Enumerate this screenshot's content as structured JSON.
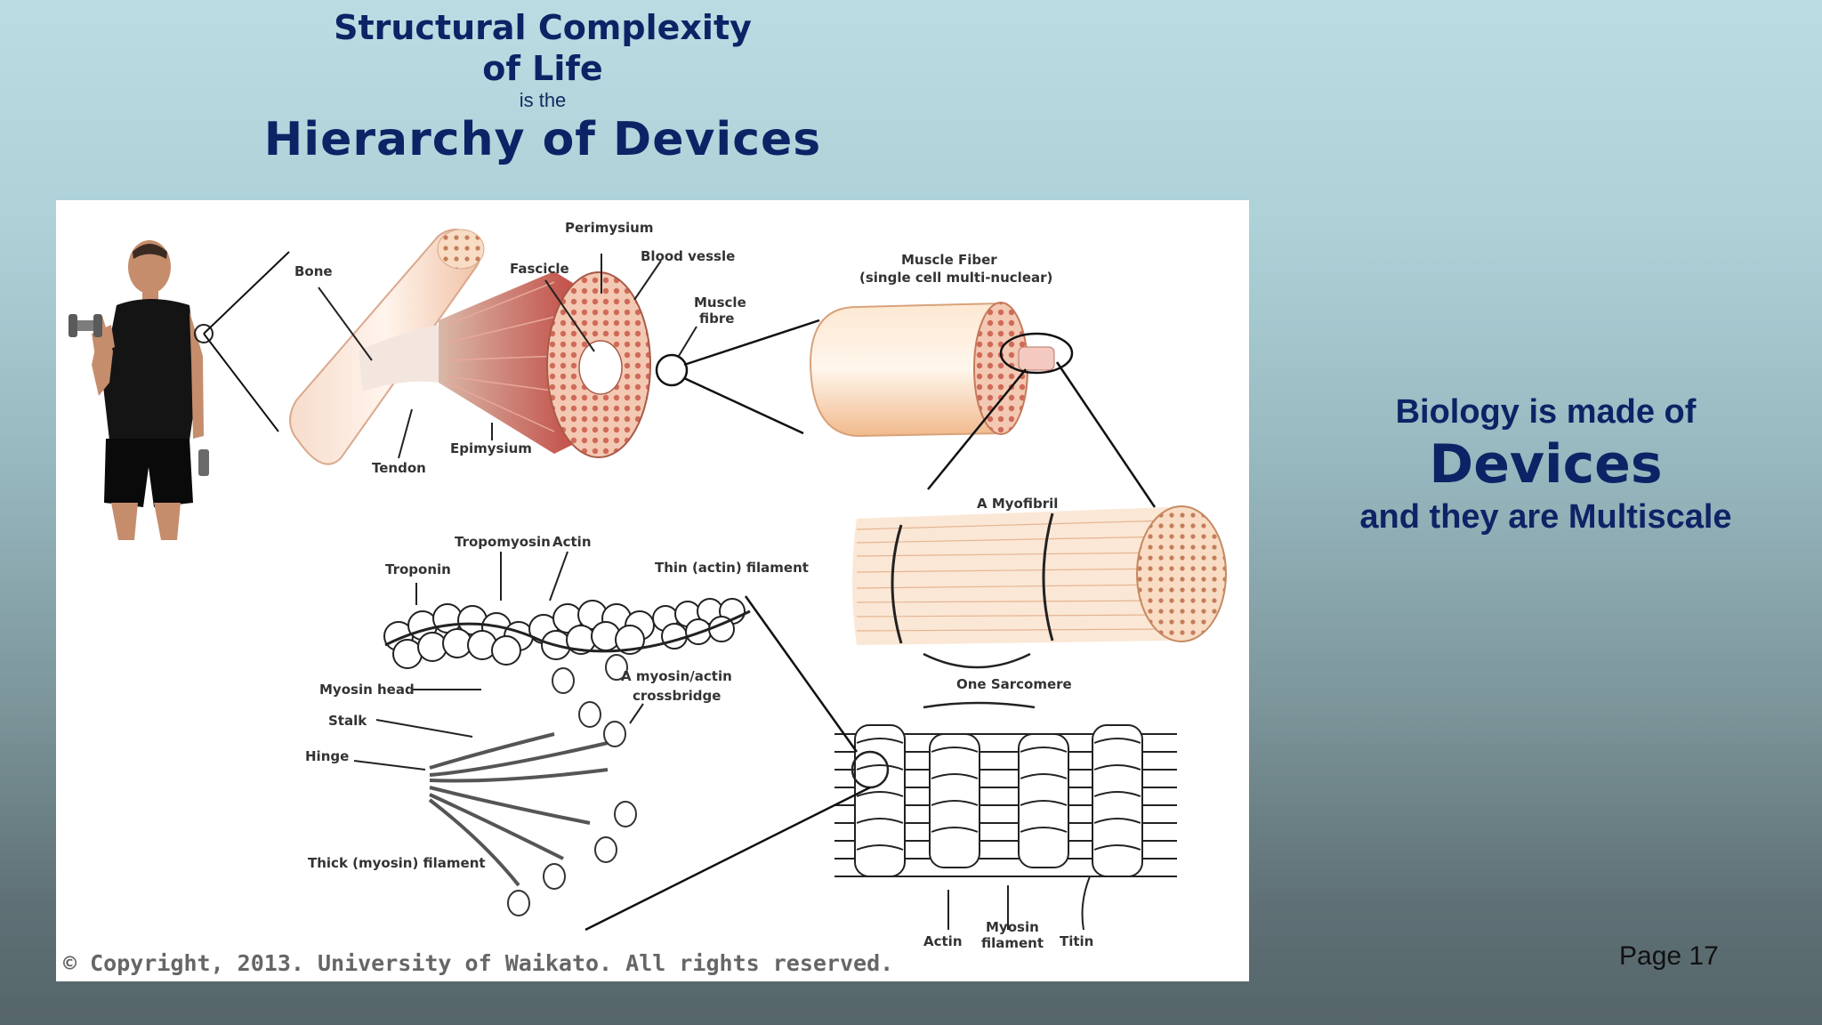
{
  "title": {
    "line1": "Structural Complexity",
    "line2": "of Life",
    "line3": "is the",
    "line4": "Hierarchy of Devices"
  },
  "figure": {
    "labels": {
      "bone": "Bone",
      "tendon": "Tendon",
      "epimysium": "Epimysium",
      "fascicle": "Fascicle",
      "perimysium": "Perimysium",
      "blood_vessel": "Blood vessle",
      "muscle_fibre_a": "Muscle",
      "muscle_fibre_b": "fibre",
      "muscle_fiber_title": "Muscle Fiber",
      "muscle_fiber_sub": "(single cell multi-nuclear)",
      "myofibril": "A Myofibril",
      "tropomyosin": "Tropomyosin",
      "actin_top": "Actin",
      "troponin": "Troponin",
      "thin_filament": "Thin (actin) filament",
      "myosin_head": "Myosin head",
      "stalk": "Stalk",
      "hinge": "Hinge",
      "crossbridge_a": "A myosin/actin",
      "crossbridge_b": "crossbridge",
      "thick_filament": "Thick (myosin) filament",
      "one_sarcomere": "One Sarcomere",
      "actin_bottom": "Actin",
      "myosin_filament_a": "Myosin",
      "myosin_filament_b": "filament",
      "titin": "Titin"
    },
    "copyright": "© Copyright, 2013. University of Waikato. All rights reserved."
  },
  "side": {
    "line1": "Biology is made of",
    "line2": "Devices",
    "line3": "and they are Multiscale"
  },
  "page_label": "Page 17"
}
